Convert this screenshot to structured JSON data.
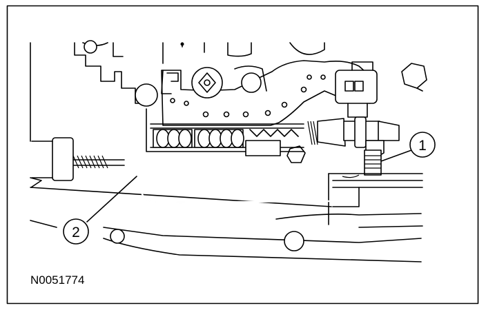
{
  "figure": {
    "id_label": "N0051774",
    "callouts": [
      {
        "number": "1"
      },
      {
        "number": "2"
      }
    ],
    "colors": {
      "ink": "#000000",
      "paper": "#ffffff"
    }
  }
}
